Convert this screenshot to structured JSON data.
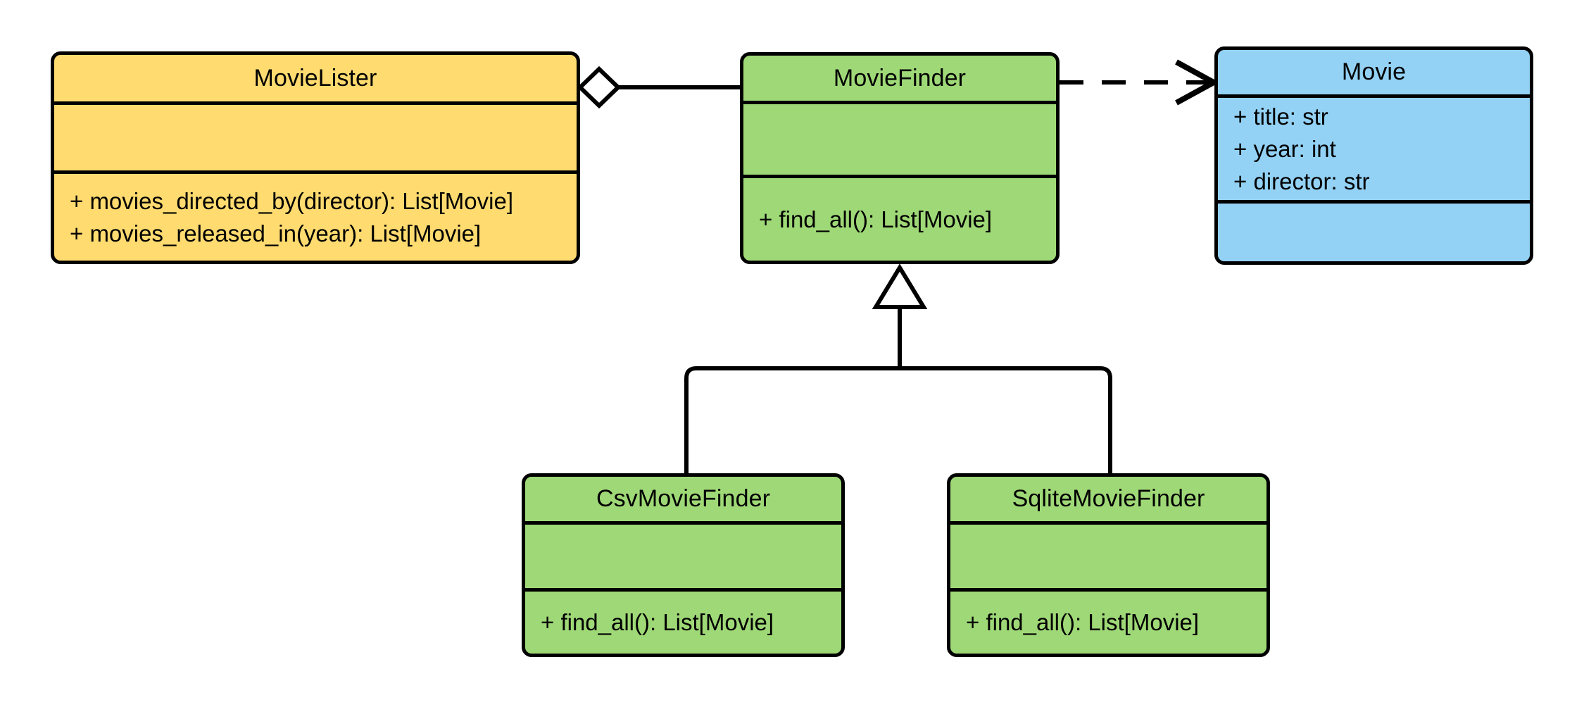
{
  "diagram": {
    "type": "uml-class-diagram",
    "background": "#ffffff",
    "stroke": "#000000",
    "palette": {
      "yellow": "#FFDB70",
      "green": "#9FD977",
      "blue": "#93D2F5"
    }
  },
  "classes": [
    {
      "id": "movie-lister",
      "name": "MovieLister",
      "color": "#FFDB70",
      "attributes": [],
      "methods": [
        "+ movies_directed_by(director): List[Movie]",
        "+ movies_released_in(year): List[Movie]"
      ]
    },
    {
      "id": "movie-finder",
      "name": "MovieFinder",
      "color": "#9FD977",
      "attributes": [],
      "methods": [
        "+ find_all(): List[Movie]"
      ]
    },
    {
      "id": "movie",
      "name": "Movie",
      "color": "#93D2F5",
      "attributes": [
        "+ title: str",
        "+ year: int",
        "+ director: str"
      ],
      "methods": []
    },
    {
      "id": "csv-movie-finder",
      "name": "CsvMovieFinder",
      "color": "#9FD977",
      "attributes": [],
      "methods": [
        "+ find_all(): List[Movie]"
      ]
    },
    {
      "id": "sqlite-movie-finder",
      "name": "SqliteMovieFinder",
      "color": "#9FD977",
      "attributes": [],
      "methods": [
        "+ find_all(): List[Movie]"
      ]
    }
  ],
  "relationships": [
    {
      "id": "aggregation-lister-finder",
      "kind": "aggregation",
      "from": "MovieLister",
      "to": "MovieFinder",
      "line": "solid",
      "end_marker": "hollow-diamond",
      "marker_side": "MovieLister"
    },
    {
      "id": "dependency-finder-movie",
      "kind": "dependency",
      "from": "MovieFinder",
      "to": "Movie",
      "line": "dashed",
      "end_marker": "open-arrow",
      "marker_side": "Movie"
    },
    {
      "id": "generalization-csv-finder",
      "kind": "generalization",
      "from": "CsvMovieFinder",
      "to": "MovieFinder",
      "line": "solid",
      "end_marker": "hollow-triangle",
      "marker_side": "MovieFinder"
    },
    {
      "id": "generalization-sqlite-finder",
      "kind": "generalization",
      "from": "SqliteMovieFinder",
      "to": "MovieFinder",
      "line": "solid",
      "end_marker": "hollow-triangle",
      "marker_side": "MovieFinder"
    }
  ]
}
